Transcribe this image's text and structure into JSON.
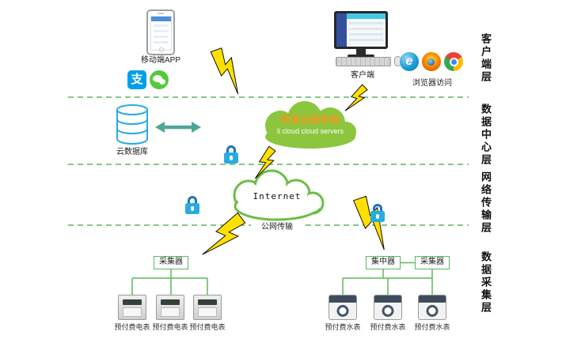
{
  "layer_labels": {
    "client": "客户端层",
    "datacenter": "数据中心层",
    "network": "网络传输层",
    "acquisition": "数据采集层"
  },
  "client_layer": {
    "mobile_app_label": "移动端APP",
    "client_label": "客户端",
    "browser_label": "浏览器访问",
    "alipay_char": "支",
    "ie_char": "e"
  },
  "datacenter_layer": {
    "cloud_db_label": "云数据库",
    "ali_cloud_line1": "阿里云服务器",
    "ali_cloud_line2": "li cloud cloud servers"
  },
  "network_layer": {
    "internet_label": "Internet",
    "transmission_label": "公网传输"
  },
  "acquisition_layer": {
    "collector_left_label": "采集器",
    "concentrator_label": "集中器",
    "collector_right_label": "采集器",
    "electric_meter_labels": [
      "预付费电表",
      "预付费电表",
      "预付费电表"
    ],
    "water_meter_labels": [
      "预付费水表",
      "预付费水表",
      "预付费水表"
    ]
  },
  "colors": {
    "separator_green": "#5cb85c",
    "cloud_fill_green": "#8cc63f",
    "internet_outline_green": "#6cbe45",
    "cloud_title_orange": "#f7941d",
    "lightning_yellow": "#ffe000",
    "lock_blue": "#29abe2",
    "database_blue": "#29abe2"
  }
}
